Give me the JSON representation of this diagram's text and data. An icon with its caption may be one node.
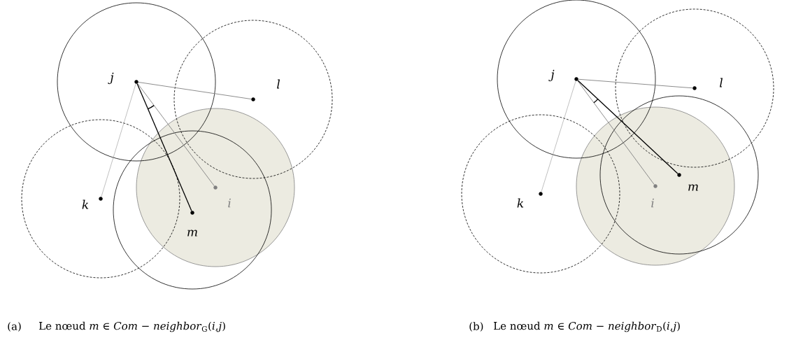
{
  "diagram": {
    "nodes": [
      {
        "text": [],
        "shape": "circle",
        "beside": [
          "j"
        ]
      },
      {
        "text": [],
        "shape": "circle",
        "beside": [
          "l"
        ]
      },
      {
        "text": [],
        "shape": "circle",
        "beside": [
          "k"
        ]
      },
      {
        "text": [],
        "shape": "circle",
        "beside": [
          "i"
        ]
      },
      {
        "text": [],
        "shape": "circle",
        "beside": [
          "m"
        ]
      },
      {
        "text": [],
        "shape": "circle",
        "beside": [
          "j"
        ]
      },
      {
        "text": [],
        "shape": "circle",
        "beside": [
          "l"
        ]
      },
      {
        "text": [],
        "shape": "circle",
        "beside": [
          "k"
        ]
      },
      {
        "text": [],
        "shape": "circle",
        "beside": [
          "i"
        ]
      },
      {
        "text": [],
        "shape": "circle",
        "beside": [
          "m"
        ]
      }
    ],
    "edges": [
      {
        "from": 0,
        "to": 1,
        "arrow": "none"
      },
      {
        "from": 0,
        "to": 2,
        "arrow": "none"
      },
      {
        "from": 0,
        "to": 3,
        "arrow": "none"
      },
      {
        "from": 0,
        "to": 4,
        "arrow": "none",
        "color": "#000000"
      },
      {
        "from": 5,
        "to": 6,
        "arrow": "none"
      },
      {
        "from": 5,
        "to": 7,
        "arrow": "none"
      },
      {
        "from": 5,
        "to": 8,
        "arrow": "none"
      },
      {
        "from": 5,
        "to": 9,
        "arrow": "none",
        "color": "#000000"
      }
    ],
    "labels": [
      "(a)",
      "Le nœud *m* ∈ *Com* − *neighbor*$_{G}$(*i*,*j*)",
      "(b)",
      "Le nœud *m* ∈ *Com* − *neighbor*$_{D}$(*i*,*j*)"
    ]
  }
}
